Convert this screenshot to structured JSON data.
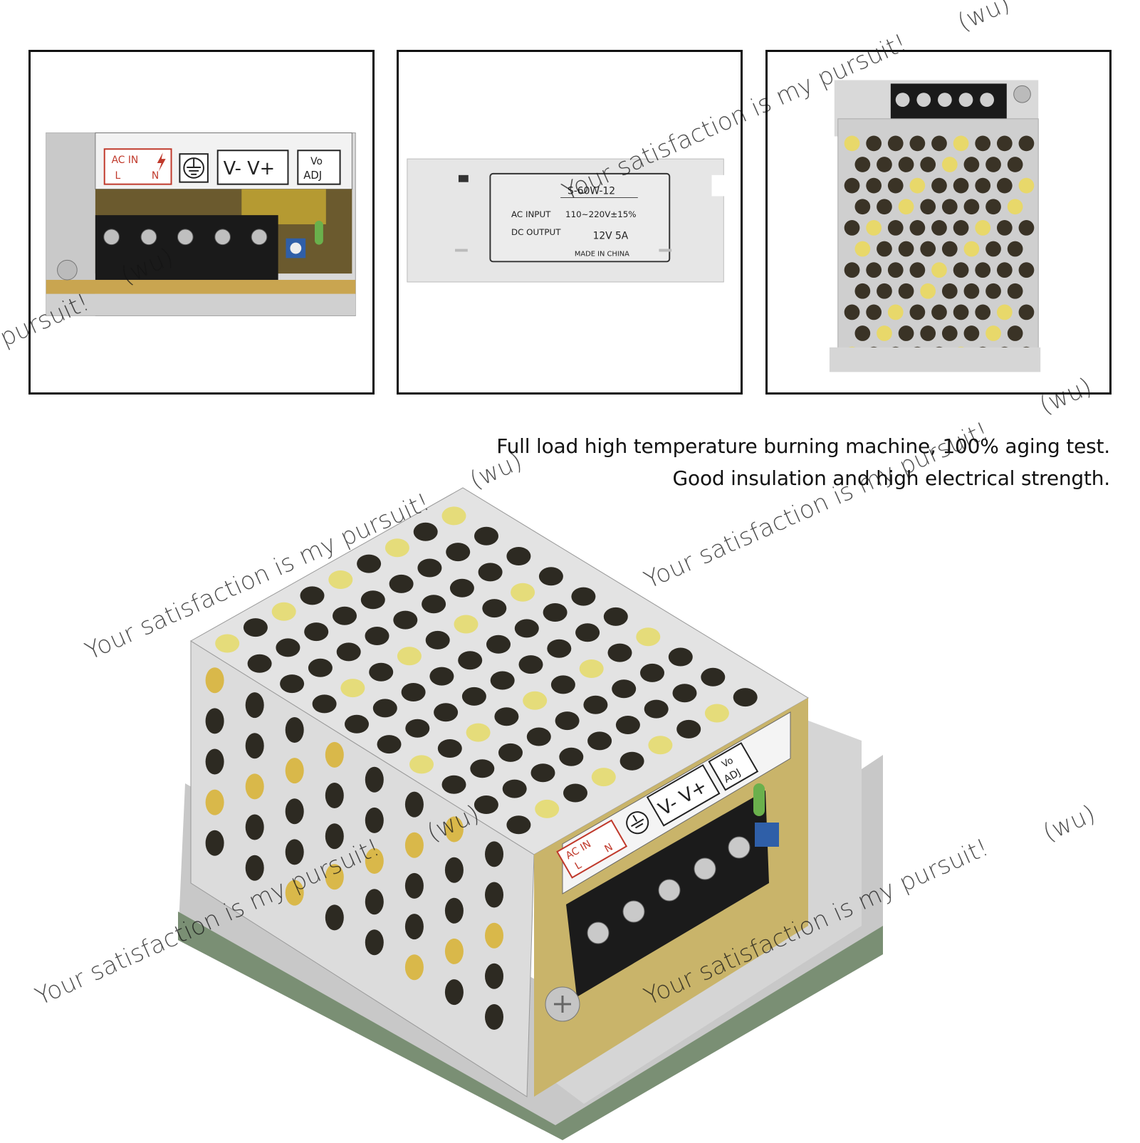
{
  "panel_left": {
    "ac_in": "AC IN",
    "l_label": "L",
    "n_label": "N",
    "voltage_label": "V- V+",
    "vo_label": "Vo",
    "adj_label": "ADJ"
  },
  "panel_middle": {
    "model": "S-60W-12",
    "ac_input_label": "AC INPUT",
    "ac_input_value": "110~220V±15%",
    "dc_output_label": "DC  OUTPUT",
    "dc_output_value": "12V  5A",
    "origin": "MADE IN CHINA"
  },
  "captions": {
    "line1": "Full load high temperature burning machine, 100% aging test.",
    "line2": "Good insulation and high electrical strength."
  },
  "main_product": {
    "ac_in": "AC IN",
    "l_label": "L",
    "n_label": "N",
    "voltage_label": "V- V+",
    "vo_label": "Vo",
    "adj_label": "ADJ"
  },
  "watermarks": {
    "slogan": "Your satisfaction is my pursuit!",
    "slogan_fragment": "pursuit!",
    "tag": "(wu)"
  }
}
